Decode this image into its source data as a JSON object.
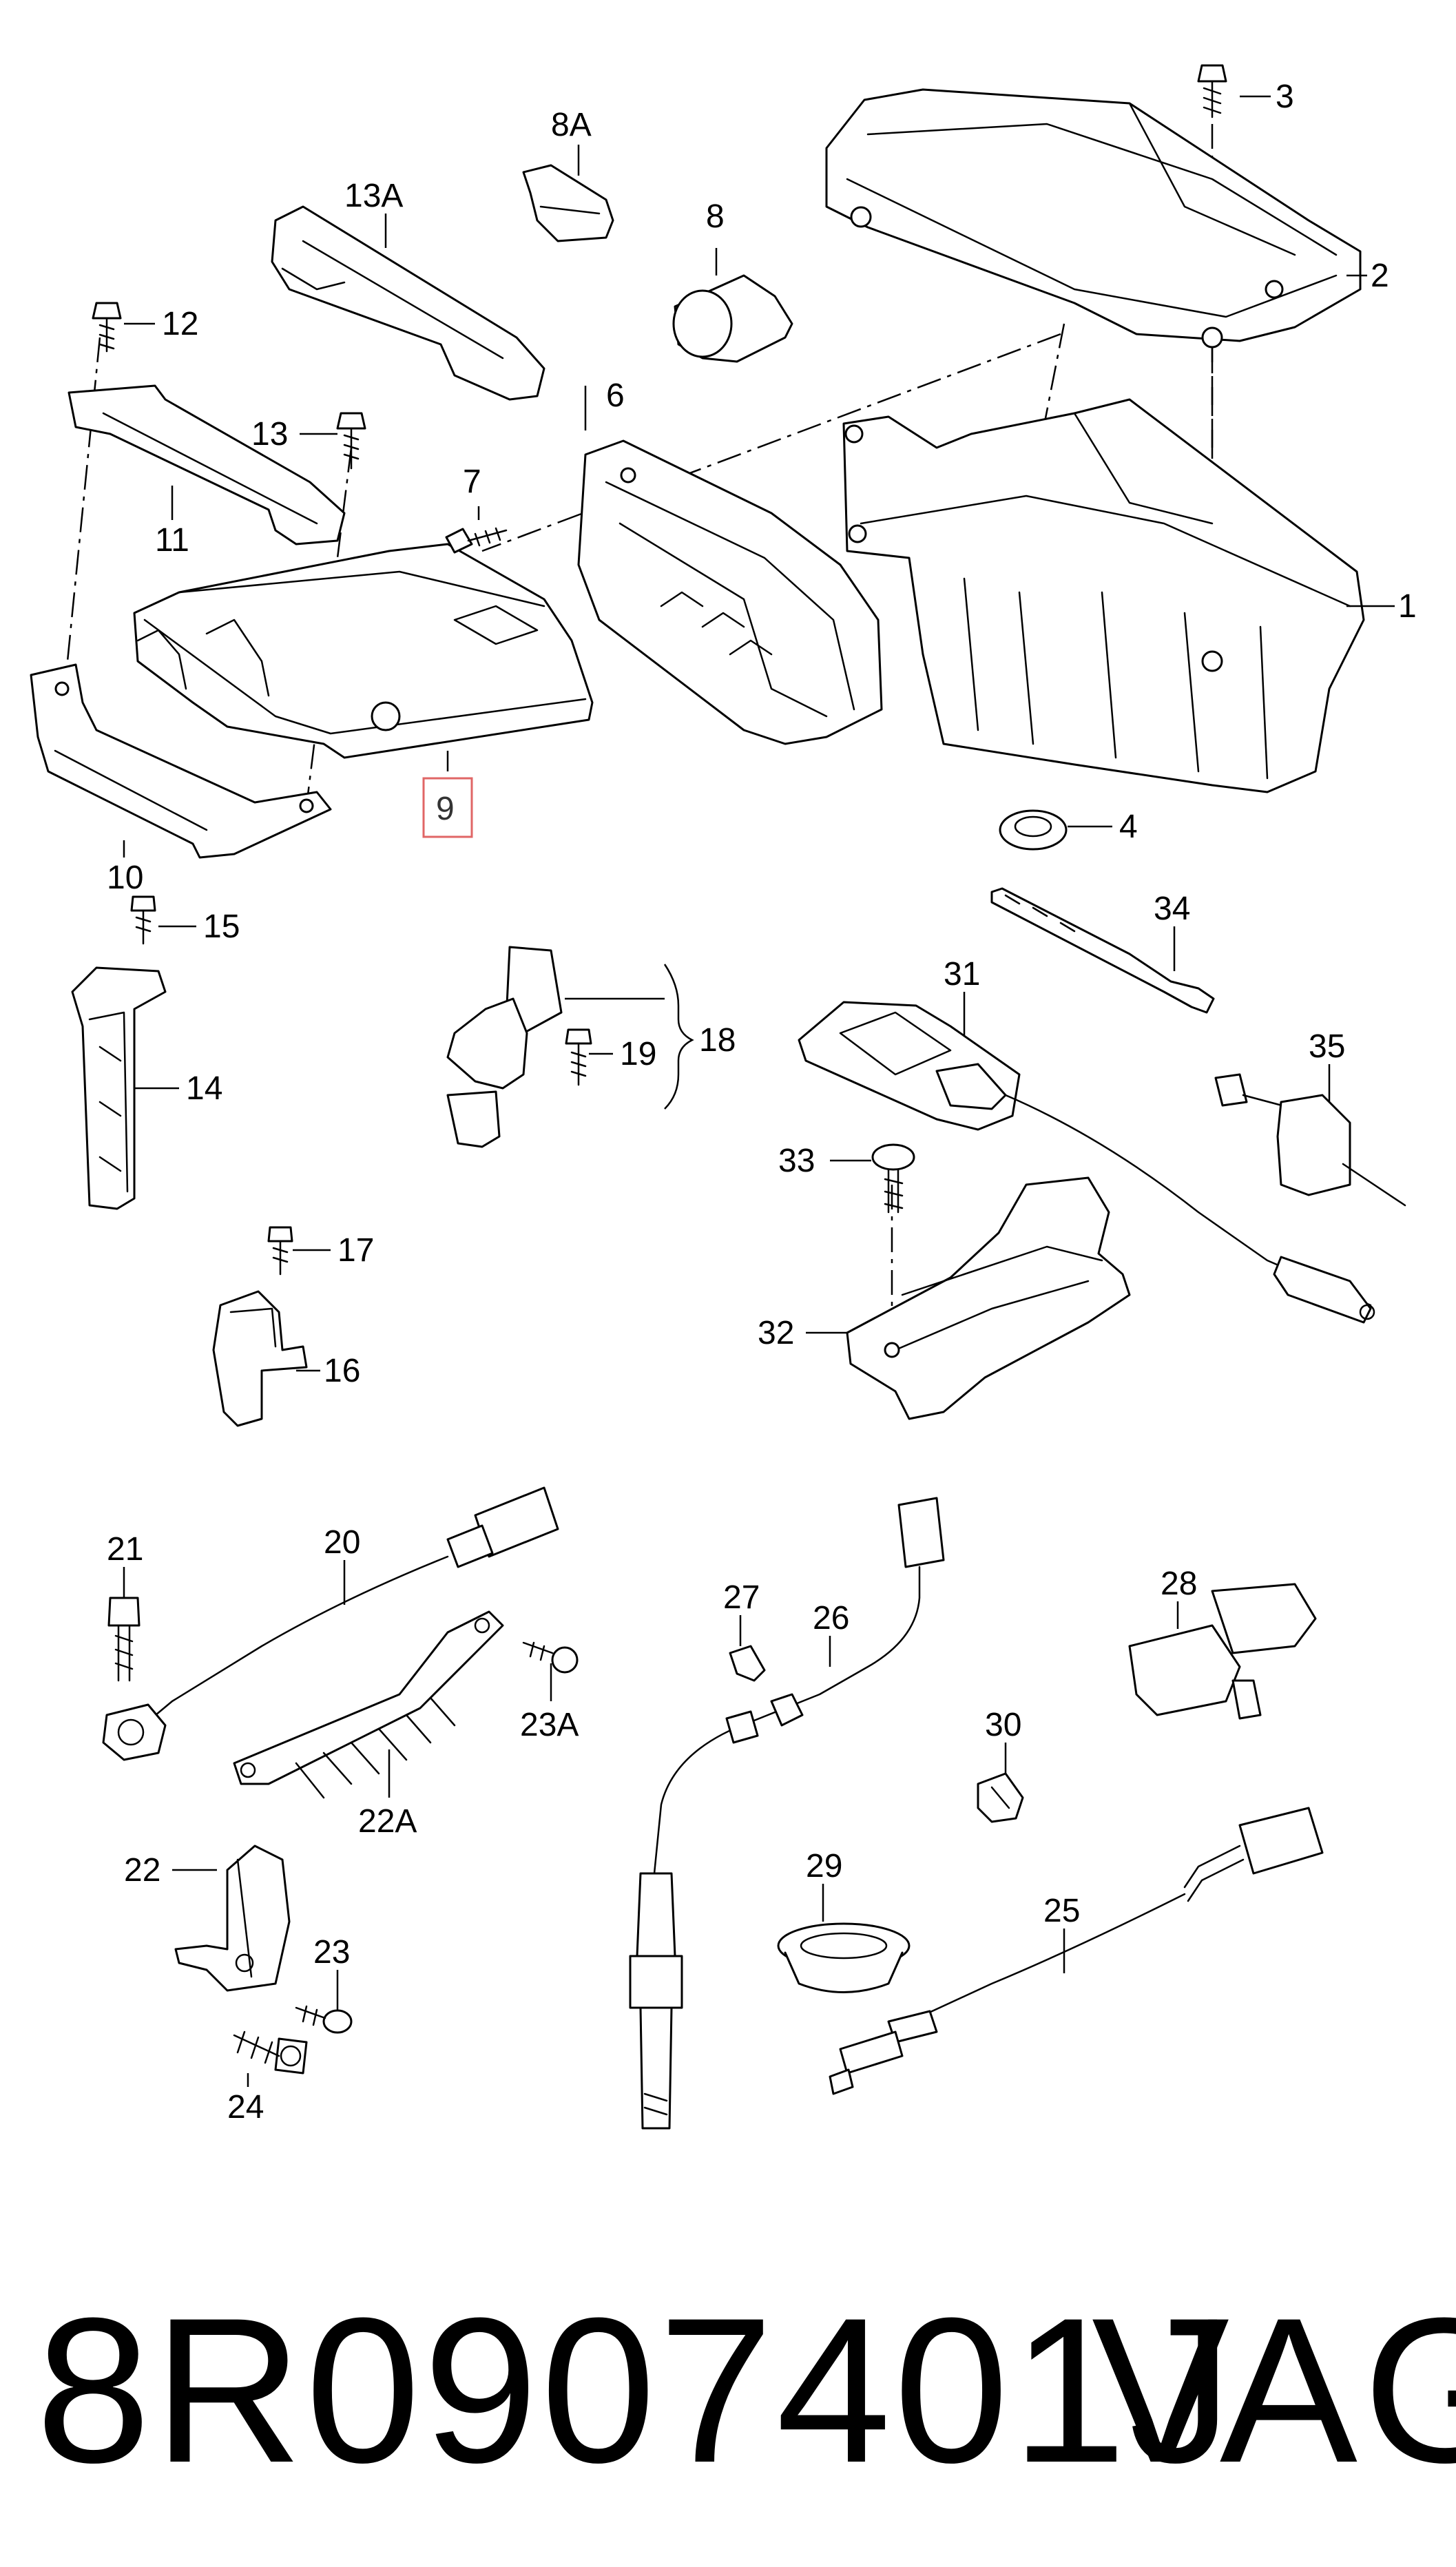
{
  "diagram": {
    "labels": {
      "l1": "1",
      "l2": "2",
      "l3": "3",
      "l4": "4",
      "l6": "6",
      "l7": "7",
      "l8": "8",
      "l8a": "8A",
      "l9": "9",
      "l10": "10",
      "l11": "11",
      "l12": "12",
      "l13": "13",
      "l13a": "13A",
      "l14": "14",
      "l15": "15",
      "l16": "16",
      "l17": "17",
      "l18": "18",
      "l19": "19",
      "l20": "20",
      "l21": "21",
      "l22": "22",
      "l22a": "22A",
      "l23": "23",
      "l23a": "23A",
      "l24": "24",
      "l25": "25",
      "l26": "26",
      "l27": "27",
      "l28": "28",
      "l29": "29",
      "l30": "30",
      "l31": "31",
      "l32": "32",
      "l33": "33",
      "l34": "34",
      "l35": "35"
    },
    "highlighted_label": "9",
    "highlight_color": "#e06666"
  },
  "footer": {
    "part_number": "8R0907401J",
    "brand": "VAG"
  }
}
